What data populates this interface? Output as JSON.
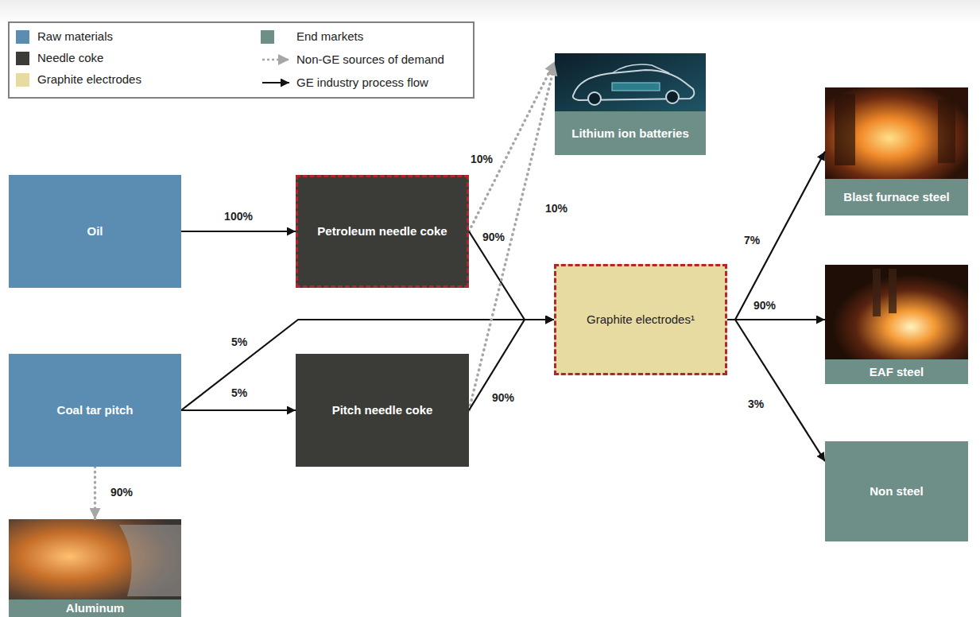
{
  "diagram": {
    "nodes": [
      {
        "text": [
          "Oil"
        ]
      },
      {
        "text": [
          "Coal tar pitch"
        ]
      },
      {
        "text": [
          "Petroleum needle coke"
        ]
      },
      {
        "text": [
          "Pitch needle coke"
        ]
      },
      {
        "text": [
          "Lithium ion batteries"
        ]
      },
      {
        "text": [
          "Graphite electrodes¹"
        ]
      },
      {
        "text": [
          "Blast furnace steel"
        ]
      },
      {
        "text": [
          "EAF steel"
        ]
      },
      {
        "text": [
          "Non steel"
        ]
      },
      {
        "text": [
          "Aluminum"
        ]
      }
    ],
    "edges": [
      {
        "from": 0,
        "to": 2,
        "label": "100%",
        "arrow": "to"
      },
      {
        "from": 1,
        "to": 5,
        "label": "5%",
        "arrow": "to"
      },
      {
        "from": 1,
        "to": 3,
        "label": "5%",
        "arrow": "to"
      },
      {
        "from": 2,
        "to": 4,
        "label": "10%",
        "arrow": "to"
      },
      {
        "from": 2,
        "to": 5,
        "label": "90%",
        "arrow": "to"
      },
      {
        "from": 3,
        "to": 4,
        "label": "10%",
        "arrow": "to"
      },
      {
        "from": 3,
        "to": 5,
        "label": "90%",
        "arrow": "to"
      },
      {
        "from": 1,
        "to": 9,
        "label": "90%",
        "arrow": "to"
      },
      {
        "from": 5,
        "to": 6,
        "label": "7%",
        "arrow": "to"
      },
      {
        "from": 5,
        "to": 7,
        "label": "90%",
        "arrow": "to"
      },
      {
        "from": 5,
        "to": 8,
        "label": "3%",
        "arrow": "to"
      }
    ],
    "legend": [
      {
        "text": "Raw materials",
        "color": "#5b8db2"
      },
      {
        "text": "Needle coke",
        "color": "#3b3b38"
      },
      {
        "text": "Graphite electrodes",
        "color": "#e8dba2"
      },
      {
        "text": "End markets",
        "color": "#6e8f87"
      },
      {
        "text": "Non-GE sources of demand"
      },
      {
        "text": "GE industry process flow"
      }
    ]
  }
}
